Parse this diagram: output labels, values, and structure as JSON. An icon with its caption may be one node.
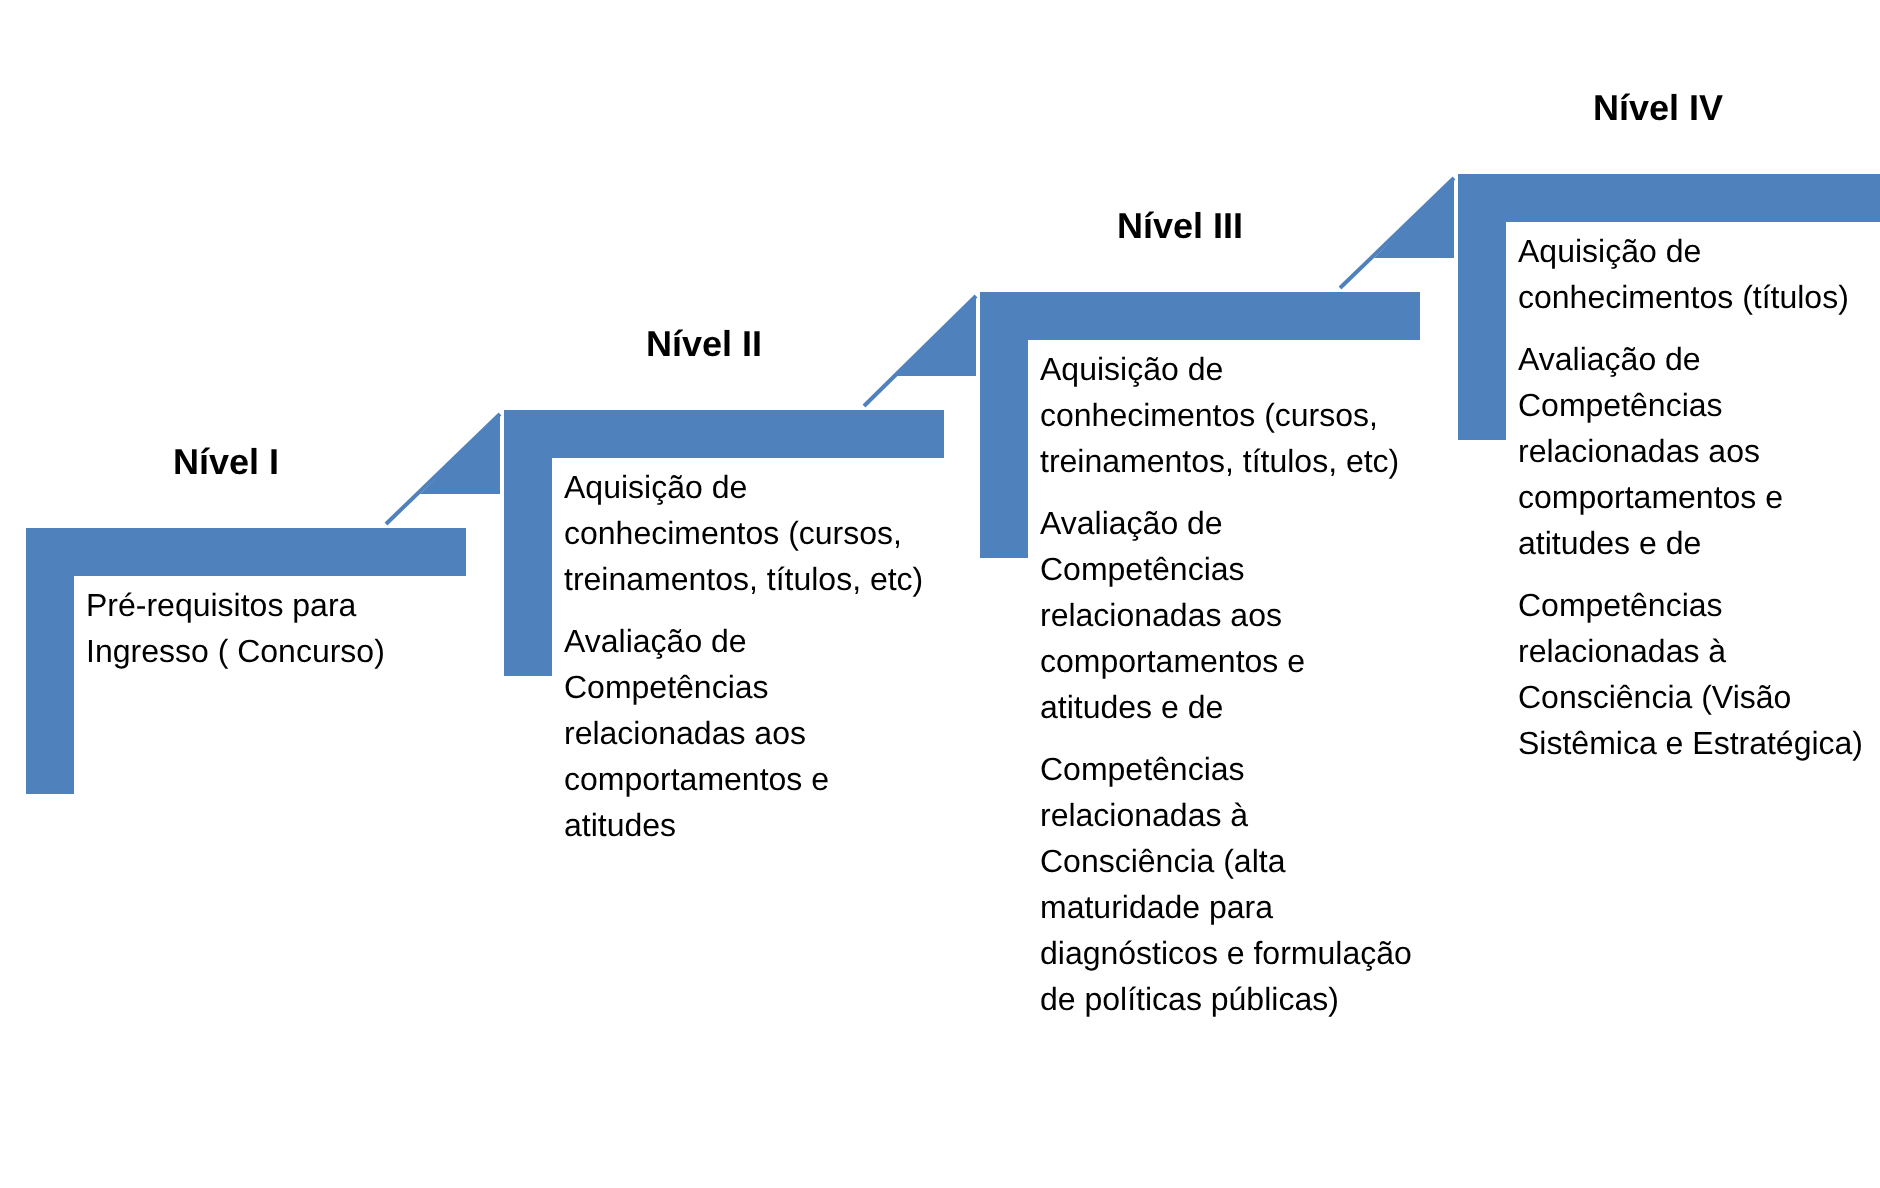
{
  "diagram": {
    "nodes": [
      {
        "text": [
          "Nível I",
          "Pré-requisitos para Ingresso ( Concurso)"
        ]
      },
      {
        "text": [
          "Nível II",
          "Aquisição de conhecimentos (cursos, treinamentos, títulos, etc)",
          "Avaliação de Competências relacionadas aos comportamentos e atitudes"
        ]
      },
      {
        "text": [
          "Nível III",
          "Aquisição de conhecimentos (cursos, treinamentos, títulos, etc)",
          "Avaliação de Competências relacionadas aos comportamentos e atitudes e de",
          "Competências relacionadas à Consciência (alta maturidade para diagnósticos e formulação de políticas públicas)"
        ]
      },
      {
        "text": [
          "Nível IV",
          "Aquisição de conhecimentos (títulos)",
          "Avaliação de Competências relacionadas aos comportamentos e atitudes e de",
          "Competências relacionadas à Consciência (Visão Sistêmica e Estratégica)"
        ]
      }
    ],
    "edges": [
      {
        "from": 0,
        "to": 1,
        "arrow": "to"
      },
      {
        "from": 1,
        "to": 2,
        "arrow": "to"
      },
      {
        "from": 2,
        "to": 3,
        "arrow": "to"
      }
    ]
  }
}
